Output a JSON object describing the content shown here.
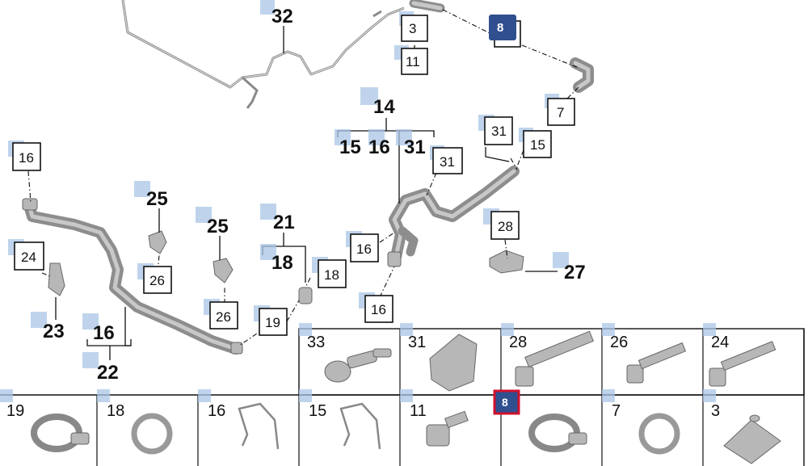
{
  "callouts": {
    "c32": "32",
    "c3": "3",
    "c8": "8",
    "c11": "11",
    "c7": "7",
    "c14": "14",
    "c15a": "15",
    "c16a": "16",
    "c31a": "31",
    "c31b": "31",
    "c31c": "31",
    "c15b": "15",
    "c28": "28",
    "c27": "27",
    "c16b": "16",
    "c25a": "25",
    "c25b": "25",
    "c21": "21",
    "c18a": "18",
    "c18b": "18",
    "c24": "24",
    "c26a": "26",
    "c26b": "26",
    "c16c": "16",
    "c16d": "16",
    "c19": "19",
    "c23": "23",
    "c16e": "16",
    "c22": "22"
  },
  "parts_table": {
    "row1": [
      "33",
      "31",
      "28",
      "26",
      "24"
    ],
    "row2": [
      "19",
      "18",
      "16",
      "15",
      "11",
      "8",
      "7",
      "3"
    ],
    "selected": "8"
  },
  "colors": {
    "selected_badge": "#2f4f8f",
    "selected_border": "#d0102c",
    "hotspot": "#a9c6e6"
  }
}
